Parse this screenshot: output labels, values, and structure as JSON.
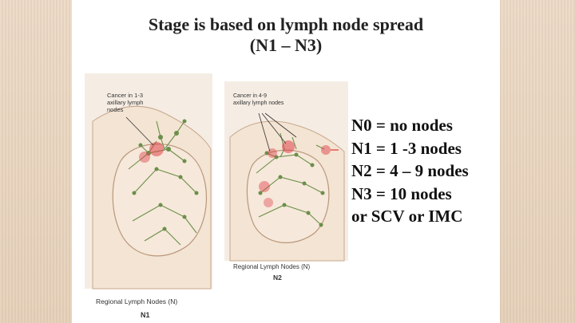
{
  "slide": {
    "title_line1": "Stage is based on lymph node spread",
    "title_line2": "(N1 – N3)"
  },
  "figure": {
    "left_panel": {
      "annotation_line1": "Cancer in 1-3",
      "annotation_line2": "axillary lymph",
      "annotation_line3": "nodes",
      "caption": "Regional Lymph Nodes (N)",
      "stage_label": "N1"
    },
    "right_panel": {
      "annotation_line1": "Cancer in 4-9",
      "annotation_line2": "axillary lymph nodes",
      "caption": "Regional Lymph Nodes (N)",
      "stage_label": "N2"
    },
    "colors": {
      "skin": "#f3e4d3",
      "node_green": "#6b8f4a",
      "tumor_red": "#e0414a"
    }
  },
  "stages": [
    "N0 = no nodes",
    "N1 = 1 -3 nodes",
    "N2 = 4 – 9 nodes",
    "N3 = 10 nodes",
    "or SCV or IMC"
  ]
}
